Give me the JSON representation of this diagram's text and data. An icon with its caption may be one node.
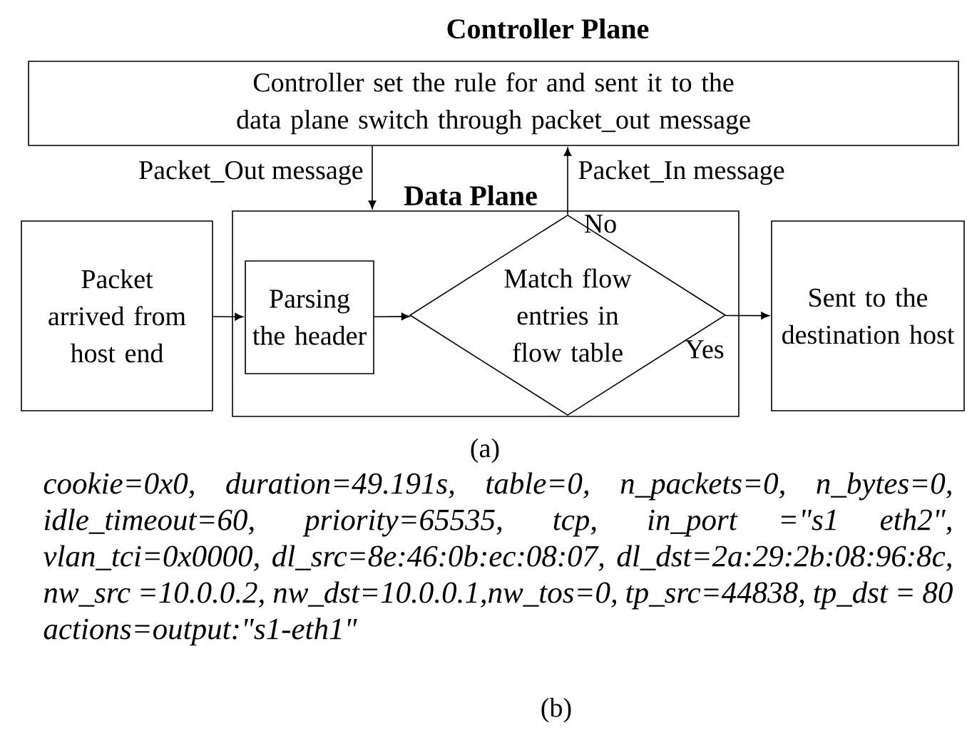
{
  "diagram": {
    "nodes": [
      {
        "text": [
          "Controller Plane",
          "Controller set the rule for and sent it to the data plane switch through packet_out message"
        ]
      },
      {
        "text": [
          "Data Plane"
        ]
      },
      {
        "text": [
          "Packet arrived from host end"
        ]
      },
      {
        "text": [
          "Parsing the header"
        ],
        "in": 1
      },
      {
        "text": [
          "Match flow entries in flow table"
        ],
        "in": 1
      },
      {
        "text": [
          "Sent to the destination host"
        ]
      }
    ],
    "edges": [
      {
        "from": 0,
        "to": 1,
        "arrow": "to",
        "label": "Packet_Out message"
      },
      {
        "from": 2,
        "to": 3,
        "arrow": "to"
      },
      {
        "from": 3,
        "to": 4,
        "arrow": "to"
      },
      {
        "from": 4,
        "to": 5,
        "arrow": "to",
        "label": "Yes"
      },
      {
        "from": 4,
        "to": 0,
        "arrow": "to",
        "label": "Packet_In message"
      }
    ],
    "labels": [
      "No",
      "(a)",
      "cookie=0x0, duration=49.191s, table=0, n_packets=0, n_bytes=0, idle_timeout=60, priority=65535, tcp, in_port =\"s1 eth2\", vlan_tci=0x0000, dl_src=8e:46:0b:ec:08:07, dl_dst=2a:29:2b:08:96:8c, nw_src =10.0.0.2, nw_dst=10.0.0.1,nw_tos=0, tp_src=44838, tp_dst = 80 actions=output:\"s1-eth1\"",
      "(b)"
    ]
  }
}
